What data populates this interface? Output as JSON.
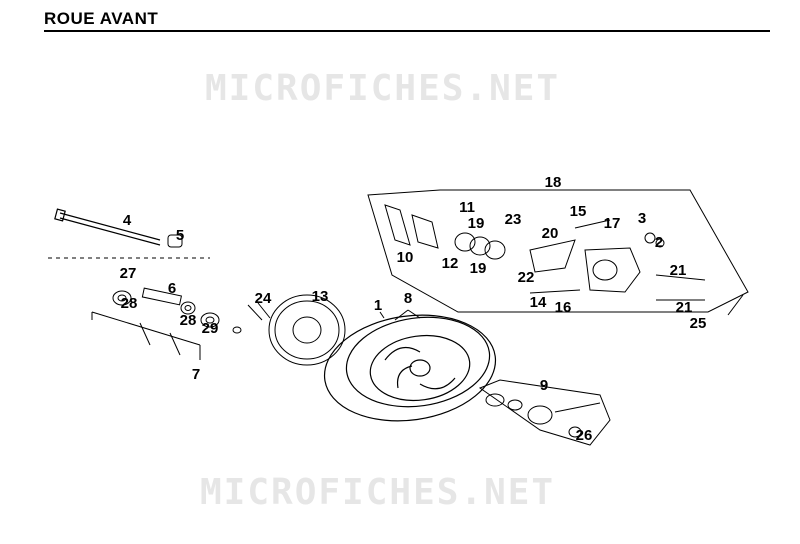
{
  "title": "ROUE AVANT",
  "watermarks": [
    "MICROFICHES.NET",
    "MICROFICHES.NET"
  ],
  "callouts": [
    "1",
    "2",
    "3",
    "4",
    "5",
    "6",
    "7",
    "8",
    "9",
    "10",
    "11",
    "12",
    "13",
    "14",
    "15",
    "16",
    "17",
    "18",
    "19",
    "19",
    "20",
    "21",
    "21",
    "22",
    "23",
    "24",
    "25",
    "26",
    "27",
    "28",
    "28",
    "29"
  ]
}
